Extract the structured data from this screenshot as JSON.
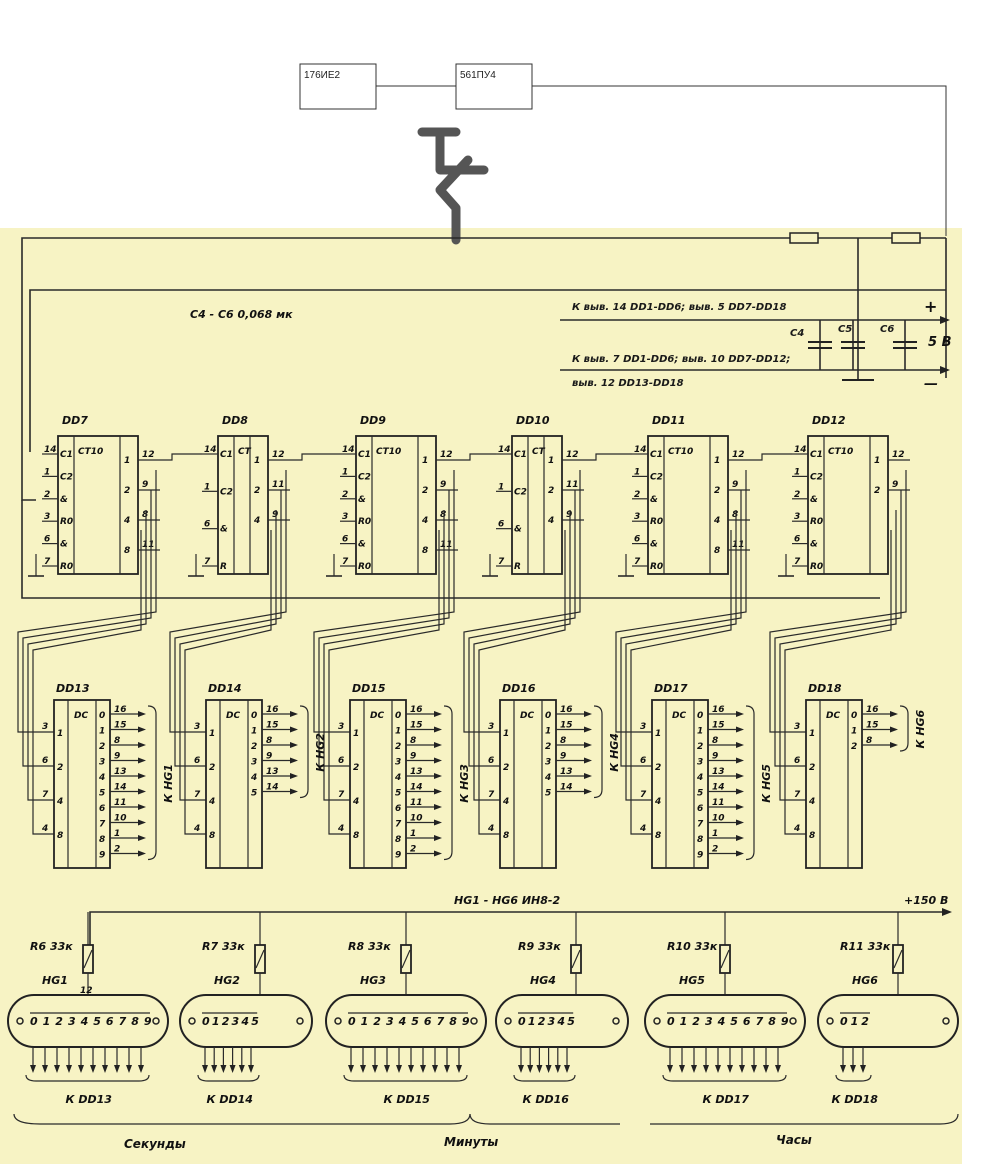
{
  "modules": {
    "counter": "176ИЕ2",
    "driver": "561ПУ4"
  },
  "capacitor_note": "С4 - С6   0,068 мк",
  "power": {
    "plus_line": "К выв. 14  DD1-DD6;  выв. 5  DD7-DD18",
    "minus_line": "К выв. 7  DD1-DD6;  выв. 10  DD7-DD12;",
    "minus_line2": "выв. 12  DD13-DD18",
    "plus_sign": "+",
    "minus_sign": "—",
    "voltage": "5 В",
    "caps": [
      "С4",
      "С5",
      "С6"
    ]
  },
  "counters": [
    {
      "name": "DD7",
      "type": "CT10",
      "in_pins": [
        "14",
        "1",
        "2",
        "3",
        "6",
        "7"
      ],
      "in_labels": [
        "C1",
        "C2",
        "&",
        "R0",
        "&",
        "R0"
      ],
      "out_pins": [
        "12",
        "9",
        "8",
        "11"
      ],
      "out_labels": [
        "1",
        "2",
        "4",
        "8"
      ]
    },
    {
      "name": "DD8",
      "type": "CT",
      "in_pins": [
        "14",
        "1",
        "6",
        "7"
      ],
      "in_labels": [
        "C1",
        "C2",
        "&",
        "R"
      ],
      "out_pins": [
        "12",
        "11",
        "9"
      ],
      "out_labels": [
        "1",
        "2",
        "4"
      ]
    },
    {
      "name": "DD9",
      "type": "CT10",
      "in_pins": [
        "14",
        "1",
        "2",
        "3",
        "6",
        "7"
      ],
      "in_labels": [
        "C1",
        "C2",
        "&",
        "R0",
        "&",
        "R0"
      ],
      "out_pins": [
        "12",
        "9",
        "8",
        "11"
      ],
      "out_labels": [
        "1",
        "2",
        "4",
        "8"
      ]
    },
    {
      "name": "DD10",
      "type": "CT",
      "in_pins": [
        "14",
        "1",
        "6",
        "7"
      ],
      "in_labels": [
        "C1",
        "C2",
        "&",
        "R"
      ],
      "out_pins": [
        "12",
        "11",
        "9"
      ],
      "out_labels": [
        "1",
        "2",
        "4"
      ]
    },
    {
      "name": "DD11",
      "type": "CT10",
      "in_pins": [
        "14",
        "1",
        "2",
        "3",
        "6",
        "7"
      ],
      "in_labels": [
        "C1",
        "C2",
        "&",
        "R0",
        "&",
        "R0"
      ],
      "out_pins": [
        "12",
        "9",
        "8",
        "11"
      ],
      "out_labels": [
        "1",
        "2",
        "4",
        "8"
      ]
    },
    {
      "name": "DD12",
      "type": "CT10",
      "in_pins": [
        "14",
        "1",
        "2",
        "3",
        "6",
        "7"
      ],
      "in_labels": [
        "C1",
        "C2",
        "&",
        "R0",
        "&",
        "R0"
      ],
      "out_pins": [
        "12",
        "9"
      ],
      "out_labels": [
        "1",
        "2"
      ]
    }
  ],
  "decoders": [
    {
      "name": "DD13",
      "type": "DC",
      "in_pins": [
        "3",
        "6",
        "7",
        "4"
      ],
      "in_labels": [
        "1",
        "2",
        "4",
        "8"
      ],
      "out_labels": [
        "0",
        "1",
        "2",
        "3",
        "4",
        "5",
        "6",
        "7",
        "8",
        "9"
      ],
      "out_pins": [
        "16",
        "15",
        "8",
        "9",
        "13",
        "14",
        "11",
        "10",
        "1",
        "2"
      ],
      "target": "К НG1"
    },
    {
      "name": "DD14",
      "type": "DC",
      "in_pins": [
        "3",
        "6",
        "7",
        "4"
      ],
      "in_labels": [
        "1",
        "2",
        "4",
        "8"
      ],
      "out_labels": [
        "0",
        "1",
        "2",
        "3",
        "4",
        "5"
      ],
      "out_pins": [
        "16",
        "15",
        "8",
        "9",
        "13",
        "14"
      ],
      "target": "К НG2"
    },
    {
      "name": "DD15",
      "type": "DC",
      "in_pins": [
        "3",
        "6",
        "7",
        "4"
      ],
      "in_labels": [
        "1",
        "2",
        "4",
        "8"
      ],
      "out_labels": [
        "0",
        "1",
        "2",
        "3",
        "4",
        "5",
        "6",
        "7",
        "8",
        "9"
      ],
      "out_pins": [
        "16",
        "15",
        "8",
        "9",
        "13",
        "14",
        "11",
        "10",
        "1",
        "2"
      ],
      "target": "К НG3"
    },
    {
      "name": "DD16",
      "type": "DC",
      "in_pins": [
        "3",
        "6",
        "7",
        "4"
      ],
      "in_labels": [
        "1",
        "2",
        "4",
        "8"
      ],
      "out_labels": [
        "0",
        "1",
        "2",
        "3",
        "4",
        "5"
      ],
      "out_pins": [
        "16",
        "15",
        "8",
        "9",
        "13",
        "14"
      ],
      "target": "К НG4"
    },
    {
      "name": "DD17",
      "type": "DC",
      "in_pins": [
        "3",
        "6",
        "7",
        "4"
      ],
      "in_labels": [
        "1",
        "2",
        "4",
        "8"
      ],
      "out_labels": [
        "0",
        "1",
        "2",
        "3",
        "4",
        "5",
        "6",
        "7",
        "8",
        "9"
      ],
      "out_pins": [
        "16",
        "15",
        "8",
        "9",
        "13",
        "14",
        "11",
        "10",
        "1",
        "2"
      ],
      "target": "К НG5"
    },
    {
      "name": "DD18",
      "type": "DC",
      "in_pins": [
        "3",
        "6",
        "7",
        "4"
      ],
      "in_labels": [
        "1",
        "2",
        "4",
        "8"
      ],
      "out_labels": [
        "0",
        "1",
        "2"
      ],
      "out_pins": [
        "16",
        "15",
        "8"
      ],
      "target": "К НG6"
    }
  ],
  "hv": {
    "label": "НG1 - НG6    ИН8-2",
    "voltage": "+150 В"
  },
  "resistors": [
    "R6  33к",
    "R7  33к",
    "R8  33к",
    "R9  33к",
    "R10  33к",
    "R11  33к"
  ],
  "tubes": [
    {
      "name": "НG1",
      "digits": "0123456789",
      "pin": "12",
      "to": "К DD13"
    },
    {
      "name": "НG2",
      "digits": "012345",
      "pin": "",
      "to": "К DD14"
    },
    {
      "name": "НG3",
      "digits": "0123456789",
      "pin": "",
      "to": "К DD15"
    },
    {
      "name": "НG4",
      "digits": "012345",
      "pin": "",
      "to": "К DD16"
    },
    {
      "name": "НG5",
      "digits": "0123456789",
      "pin": "",
      "to": "К DD17"
    },
    {
      "name": "НG6",
      "digits": "012",
      "pin": "",
      "to": "К DD18"
    }
  ],
  "groups": [
    "Секунды",
    "Минуты",
    "Часы"
  ]
}
